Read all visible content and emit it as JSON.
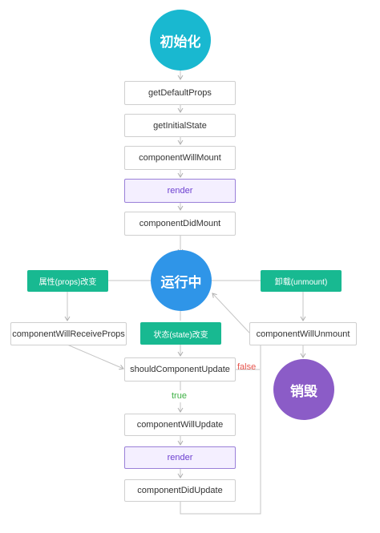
{
  "diagram": {
    "init_circle": {
      "label": "初始化",
      "color": "#19b8d0"
    },
    "running_circle": {
      "label": "运行中",
      "color": "#2f95e8"
    },
    "destroy_circle": {
      "label": "销毁",
      "color": "#8b5cc7"
    },
    "mount_steps": [
      "getDefaultProps",
      "getInitialState",
      "componentWillMount",
      "render",
      "componentDidMount"
    ],
    "props_change_tag": "属性(props)改变",
    "state_change_tag": "状态(state)改变",
    "unmount_tag": "卸载(unmount)",
    "will_receive_props": "componentWillReceiveProps",
    "will_unmount": "componentWillUnmount",
    "should_update": "shouldComponentUpdate",
    "true_label": "true",
    "false_label": "false",
    "update_steps": [
      "componentWillUpdate",
      "render",
      "componentDidUpdate"
    ],
    "colors": {
      "tag": "#18b991",
      "render_text": "#6c3fd0",
      "true": "#3cb043",
      "false": "#e8554e"
    }
  }
}
